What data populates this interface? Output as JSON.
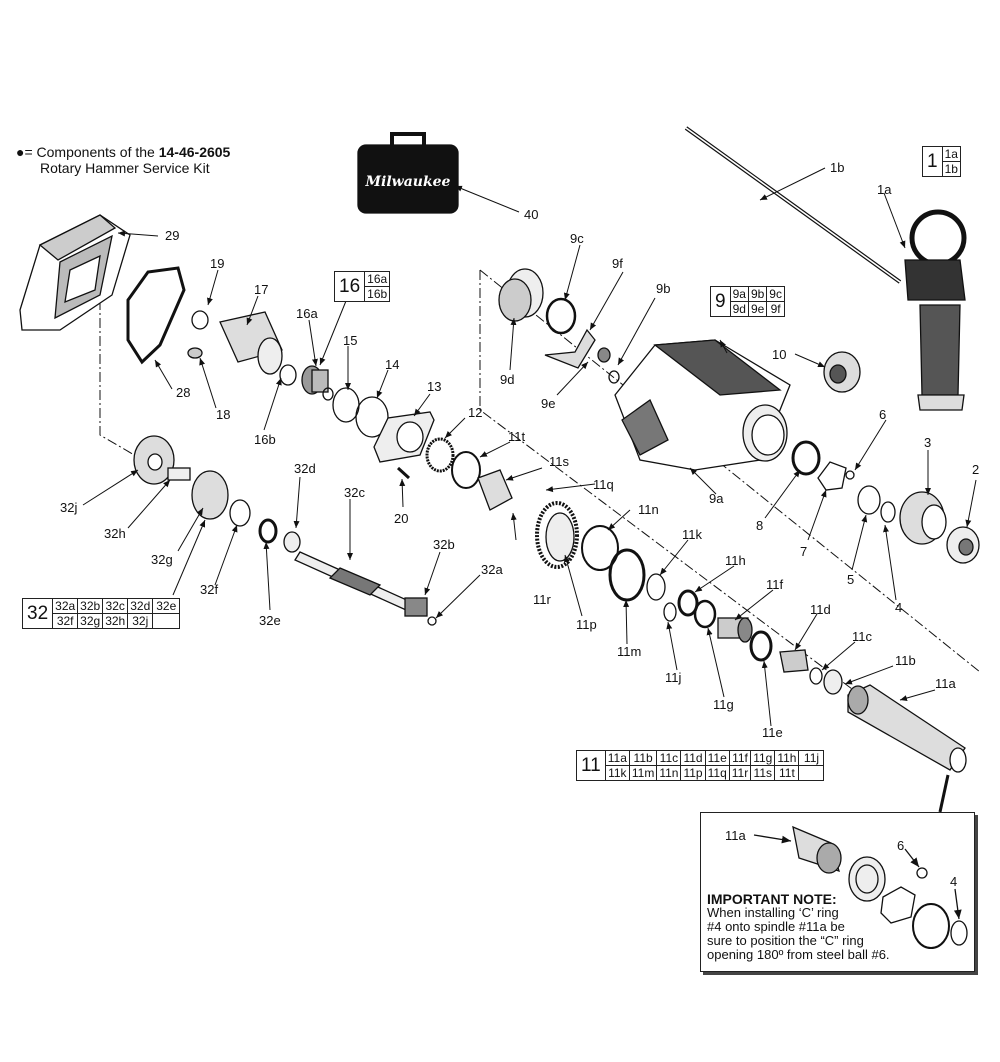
{
  "legend": {
    "bullet": "●=",
    "line1_prefix": "Components of the ",
    "kit_number": "14-46-2605",
    "line2": "Rotary Hammer Service Kit"
  },
  "case_logo": "Milwaukee",
  "labels": {
    "l1a": "1a",
    "l1b": "1b",
    "l2": "2",
    "l3": "3",
    "l4": "4",
    "l5": "5",
    "l6": "6",
    "l7": "7",
    "l8": "8",
    "l9a": "9a",
    "l9b": "9b",
    "l9c": "9c",
    "l9d": "9d",
    "l9e": "9e",
    "l9f": "9f",
    "l10": "10",
    "l11a": "11a",
    "l11b": "11b",
    "l11c": "11c",
    "l11d": "11d",
    "l11e": "11e",
    "l11f": "11f",
    "l11g": "11g",
    "l11h": "11h",
    "l11j": "11j",
    "l11k": "11k",
    "l11m": "11m",
    "l11n": "11n",
    "l11p": "11p",
    "l11q": "11q",
    "l11r": "11r",
    "l11s": "11s",
    "l11t": "11t",
    "l12": "12",
    "l13": "13",
    "l14": "14",
    "l15": "15",
    "l16a": "16a",
    "l16b": "16b",
    "l17": "17",
    "l18": "18",
    "l19": "19",
    "l20": "20",
    "l28": "28",
    "l29": "29",
    "l32a": "32a",
    "l32b": "32b",
    "l32c": "32c",
    "l32d": "32d",
    "l32e": "32e",
    "l32f": "32f",
    "l32g": "32g",
    "l32h": "32h",
    "l32j": "32j",
    "l40": "40"
  },
  "tables": {
    "t1": {
      "main": "1",
      "cells": [
        "1a",
        "1b"
      ]
    },
    "t9": {
      "main": "9",
      "row1": [
        "9a",
        "9b",
        "9c"
      ],
      "row2": [
        "9d",
        "9e",
        "9f"
      ]
    },
    "t16": {
      "main": "16",
      "cells": [
        "16a",
        "16b"
      ]
    },
    "t32": {
      "main": "32",
      "row1": [
        "32a",
        "32b",
        "32c",
        "32d",
        "32e"
      ],
      "row2": [
        "32f",
        "32g",
        "32h",
        "32j",
        ""
      ]
    },
    "t11": {
      "main": "11",
      "row1": [
        "11a",
        "11b",
        "11c",
        "11d",
        "11e",
        "11f",
        "11g",
        "11h",
        "11j"
      ],
      "row2": [
        "11k",
        "11m",
        "11n",
        "11p",
        "11q",
        "11r",
        "11s",
        "11t",
        ""
      ]
    }
  },
  "inset": {
    "l11a": "11a",
    "l6": "6",
    "l4": "4",
    "note_title": "IMPORTANT NOTE:",
    "note_lines": [
      "When installing ‘C’ ring",
      "#4 onto spindle #11a be",
      "sure to position the “C” ring",
      "opening 180º from steel ball #6."
    ]
  }
}
